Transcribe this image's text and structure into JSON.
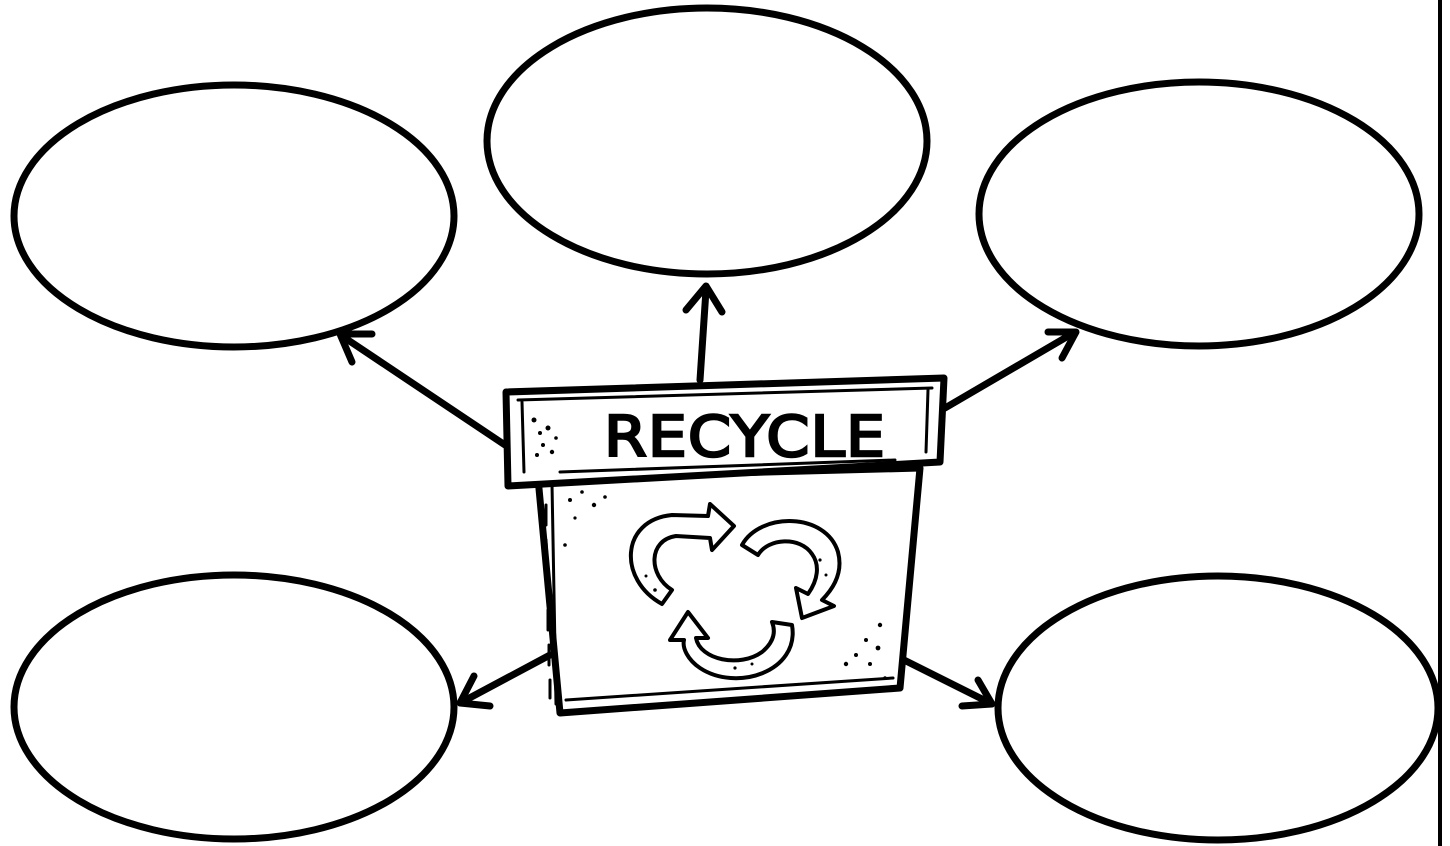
{
  "bin": {
    "label": "RECYCLE",
    "symbol_icon": "recycle-arrows-icon"
  },
  "bubbles": [
    {
      "id": "top",
      "text": ""
    },
    {
      "id": "upper-left",
      "text": ""
    },
    {
      "id": "upper-right",
      "text": ""
    },
    {
      "id": "lower-left",
      "text": ""
    },
    {
      "id": "lower-right",
      "text": ""
    }
  ],
  "colors": {
    "stroke": "#000000",
    "background": "#ffffff"
  }
}
